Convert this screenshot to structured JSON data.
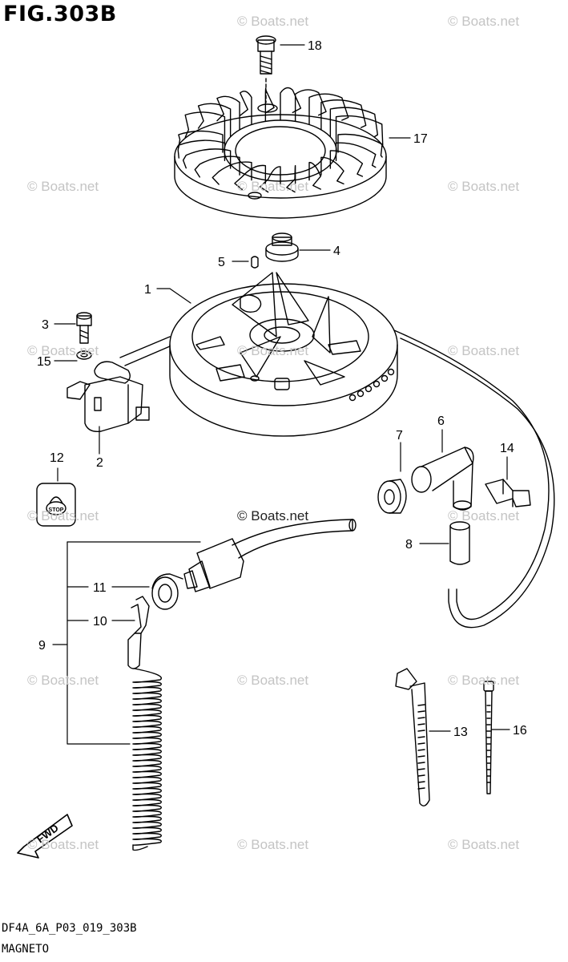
{
  "figure_title": "FIG.303B",
  "watermark_text": "© Boats.net",
  "footer": {
    "code": "DF4A_6A_P03_019_303B",
    "caption": "MAGNETO"
  },
  "callouts": [
    {
      "id": "p1",
      "label": "1",
      "part": "magneto-rotor"
    },
    {
      "id": "p2",
      "label": "2",
      "part": "ignition-coil"
    },
    {
      "id": "p3",
      "label": "3",
      "part": "coil-bolt"
    },
    {
      "id": "p4",
      "label": "4",
      "part": "flywheel-nut"
    },
    {
      "id": "p5",
      "label": "5",
      "part": "key"
    },
    {
      "id": "p6",
      "label": "6",
      "part": "plug-cap"
    },
    {
      "id": "p7",
      "label": "7",
      "part": "cap-cover"
    },
    {
      "id": "p8",
      "label": "8",
      "part": "boot"
    },
    {
      "id": "p9",
      "label": "9",
      "part": "stop-switch-assembly"
    },
    {
      "id": "p10",
      "label": "10",
      "part": "lanyard-clip"
    },
    {
      "id": "p11",
      "label": "11",
      "part": "switch-nut"
    },
    {
      "id": "p12",
      "label": "12",
      "part": "stop-label"
    },
    {
      "id": "p13",
      "label": "13",
      "part": "clamp-tie"
    },
    {
      "id": "p14",
      "label": "14",
      "part": "wire-clamp"
    },
    {
      "id": "p15",
      "label": "15",
      "part": "washer"
    },
    {
      "id": "p16",
      "label": "16",
      "part": "cable-tie"
    },
    {
      "id": "p17",
      "label": "17",
      "part": "flywheel-fan"
    },
    {
      "id": "p18",
      "label": "18",
      "part": "flywheel-bolt"
    }
  ],
  "stop_label_text": "STOP",
  "fwd_text": "FWD"
}
